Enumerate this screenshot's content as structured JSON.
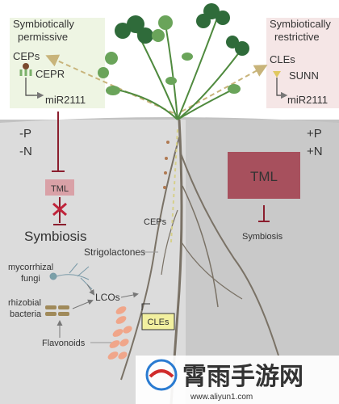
{
  "colors": {
    "sky": "#ffffff",
    "soil_left": "#dcdcdc",
    "soil_right": "#c9c9c9",
    "permissive_box": "#eef5e3",
    "restrictive_box": "#f5e6e6",
    "repress_red": "#8b1e2e",
    "tml_fill_right": "#a7505d",
    "tml_fill_left": "#d9a1a7",
    "arrow_tan": "#c8b47a",
    "leaf_dark": "#2f6b3a",
    "leaf_light": "#6aa45a",
    "root": "#7a7266",
    "nodule": "#f0a68a",
    "cles_box": "#f2f0a0",
    "watermark_blue": "#2a7bd1",
    "watermark_red": "#d02b2b"
  },
  "left_panel": {
    "title_line1": "Symbiotically",
    "title_line2": "permissive",
    "ligand": "CEPs",
    "receptor": "CEPR",
    "mirna": "miR2111",
    "nutrients_p": "-P",
    "nutrients_n": "-N",
    "tml": "TML",
    "symbiosis": "Symbiosis"
  },
  "right_panel": {
    "title_line1": "Symbiotically",
    "title_line2": "restrictive",
    "ligand": "CLEs",
    "receptor": "SUNN",
    "mirna": "miR2111",
    "nutrients_p": "+P",
    "nutrients_n": "+N",
    "tml": "TML",
    "symbiosis": "Symbiosis"
  },
  "root_zone": {
    "strigolactones": "Strigolactones",
    "fungi_line1": "mycorrhizal",
    "fungi_line2": "fungi",
    "bacteria_line1": "rhizobial",
    "bacteria_line2": "bacteria",
    "lcos": "LCOs",
    "flavonoids": "Flavonoids",
    "ceps": "CEPs",
    "cles": "CLEs"
  },
  "watermark": {
    "brand": "霄雨手游网",
    "url": "www.aliyun1.com"
  }
}
